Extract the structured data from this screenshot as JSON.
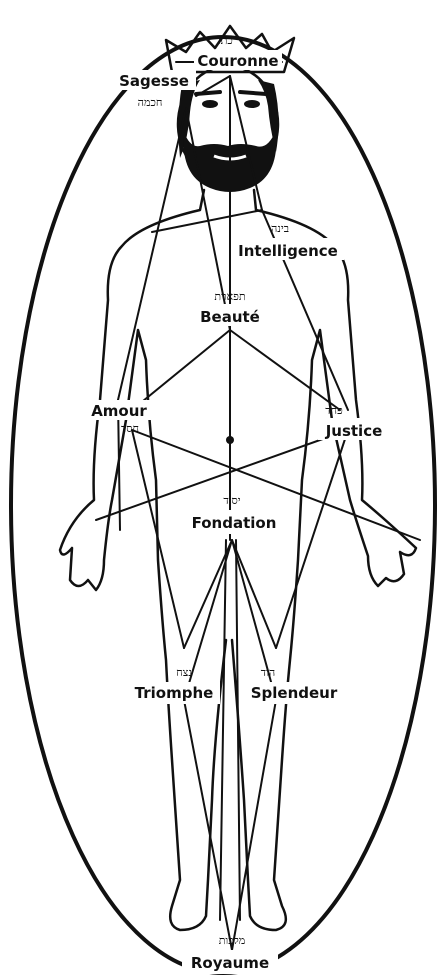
{
  "sefirot": [
    {
      "name": "Couronne",
      "hebrew": "כתר"
    },
    {
      "name": "Sagesse",
      "hebrew": "חכמה"
    },
    {
      "name": "Intelligence",
      "hebrew": "בינה"
    },
    {
      "name": "Beauté",
      "hebrew": "תפארת"
    },
    {
      "name": "Amour",
      "hebrew": "חסד"
    },
    {
      "name": "Justice",
      "hebrew": "פחד"
    },
    {
      "name": "Fondation",
      "hebrew": "יסוד"
    },
    {
      "name": "Triomphe",
      "hebrew": "נצח"
    },
    {
      "name": "Splendeur",
      "hebrew": "הוד"
    },
    {
      "name": "Royaume",
      "hebrew": "מלכות"
    }
  ],
  "colors": {
    "ink": "#111111",
    "background": "#ffffff"
  }
}
